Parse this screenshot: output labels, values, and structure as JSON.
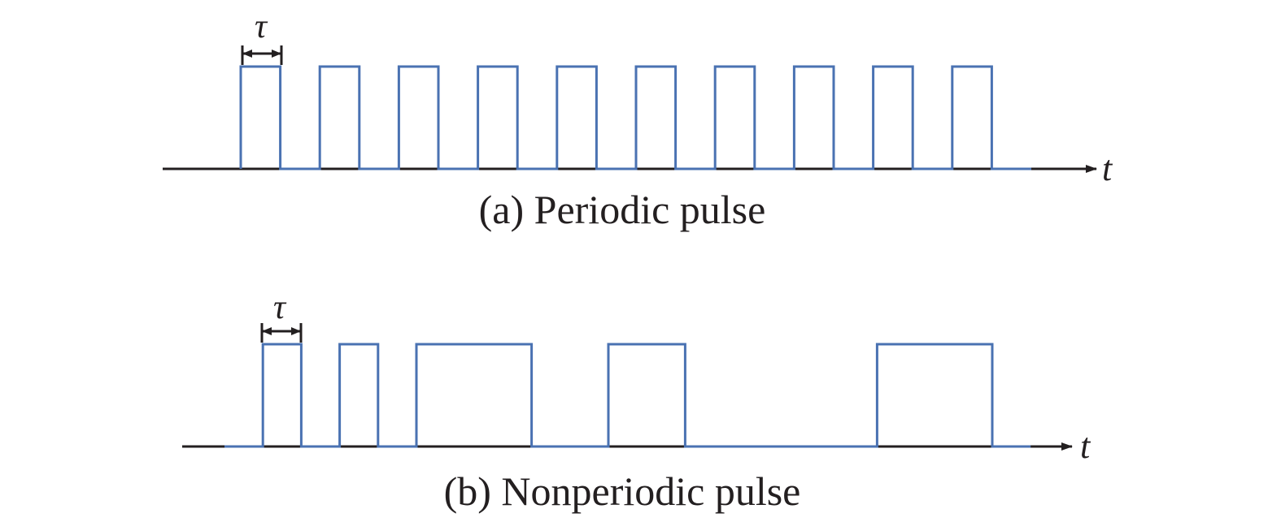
{
  "colors": {
    "pulse": "#4a72b2",
    "axis": "#231f20"
  },
  "panels": [
    {
      "id": "a",
      "caption": "(a) Periodic pulse",
      "axis_variable": "t",
      "width_symbol": "τ",
      "pulses": [
        [
          0,
          1
        ],
        [
          2,
          3
        ],
        [
          4,
          5
        ],
        [
          6,
          7
        ],
        [
          8,
          9
        ],
        [
          10,
          11
        ],
        [
          12,
          13
        ],
        [
          14,
          15
        ],
        [
          16,
          17
        ],
        [
          18,
          19
        ]
      ],
      "signal_end": 20,
      "width_marker_pulse": 0
    },
    {
      "id": "b",
      "caption": "(b) Nonperiodic pulse",
      "axis_variable": "t",
      "width_symbol": "τ",
      "pulses": [
        [
          1,
          2
        ],
        [
          3,
          4
        ],
        [
          5,
          8
        ],
        [
          10,
          12
        ],
        [
          17,
          20
        ]
      ],
      "signal_end": 21,
      "width_marker_pulse": 0
    }
  ]
}
